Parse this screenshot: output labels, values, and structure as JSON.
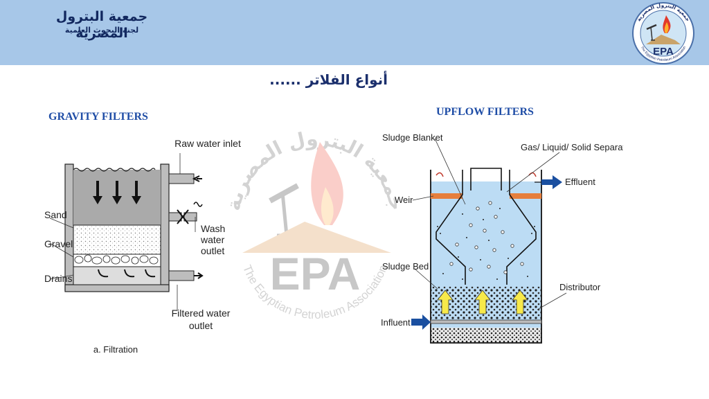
{
  "header": {
    "org_name_ar": "جمعية البترول المصرية",
    "committee_ar": "لجنة البحوث العلمية",
    "logo": {
      "text": "EPA",
      "ring_text_ar": "جمعية البترول المصرية",
      "ring_text_en": "The Egyptian Petroleum Association",
      "icon": "oil-pump-flame-icon"
    }
  },
  "slide": {
    "title_ar": "أنواع الفلاتر ......"
  },
  "watermark": {
    "text": "EPA",
    "ring_text_ar": "جمعية البترول المصرية",
    "ring_text_en": "The Egyptian Petroleum Association"
  },
  "gravity": {
    "title": "GRAVITY FILTERS",
    "labels": {
      "raw_water_inlet": "Raw water inlet",
      "sand": "Sand",
      "gravel": "Gravel",
      "drains": "Drains",
      "wash_line1": "Wash",
      "wash_line2": "water",
      "wash_line3": "outlet",
      "filtered_line1": "Filtered water",
      "filtered_line2": "outlet",
      "caption": "a. Filtration"
    }
  },
  "upflow": {
    "title": "UPFLOW FILTERS",
    "labels": {
      "sludge_blanket": "Sludge Blanket",
      "separator": "Gas/ Liquid/ Solid Separator",
      "weir": "Weir",
      "effluent": "Effluent",
      "sludge_bed": "Sludge Bed",
      "distributor": "Distributor",
      "influent": "Influent"
    }
  },
  "colors": {
    "header_bg": "#a7c7e8",
    "title_dark": "#1b2f6c",
    "section_title": "#1f4da6",
    "water_light": "#bcdcf4",
    "weir_orange": "#e67e3c",
    "arrow_yellow": "#f7e94a",
    "arrow_blue": "#1a4fa0"
  }
}
